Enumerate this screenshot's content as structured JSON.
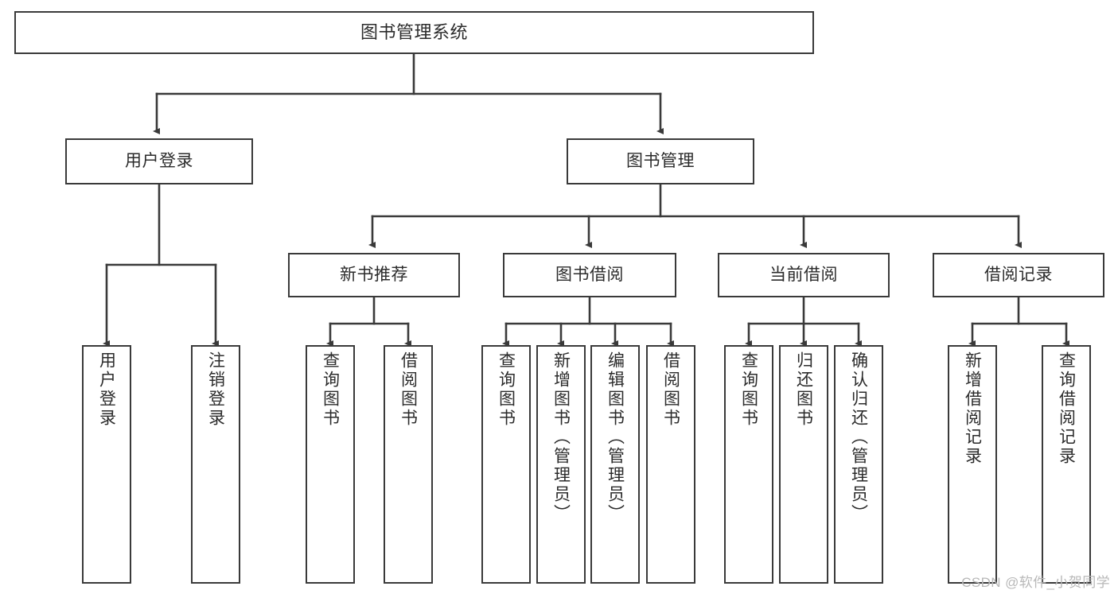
{
  "diagram": {
    "title": "图书管理系统",
    "watermark": "CSDN @软件_小贺同学",
    "stroke_color": "#3a3a3a",
    "text_color": "#2b2b2b",
    "background_color": "#ffffff",
    "nodes": {
      "root": {
        "label": "图书管理系统"
      },
      "level1": [
        {
          "label": "用户登录"
        },
        {
          "label": "图书管理"
        }
      ],
      "level2": [
        {
          "label": "新书推荐"
        },
        {
          "label": "图书借阅"
        },
        {
          "label": "当前借阅"
        },
        {
          "label": "借阅记录"
        }
      ],
      "leaves": {
        "user_login": [
          {
            "label": "用户登录"
          },
          {
            "label": "注销登录"
          }
        ],
        "new_book_recommend": [
          {
            "label": "查询图书"
          },
          {
            "label": "借阅图书"
          }
        ],
        "book_borrow": [
          {
            "label": "查询图书"
          },
          {
            "label": "新增图书（管理员）"
          },
          {
            "label": "编辑图书（管理员）"
          },
          {
            "label": "借阅图书"
          }
        ],
        "current_borrow": [
          {
            "label": "查询图书"
          },
          {
            "label": "归还图书"
          },
          {
            "label": "确认归还（管理员）"
          }
        ],
        "borrow_record": [
          {
            "label": "新增借阅记录"
          },
          {
            "label": "查询借阅记录"
          }
        ]
      }
    }
  }
}
